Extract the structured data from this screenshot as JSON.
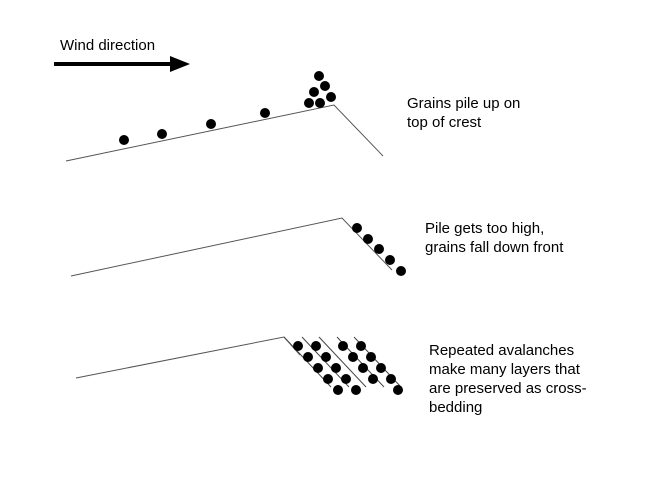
{
  "wind": {
    "label": "Wind direction"
  },
  "stages": [
    {
      "caption": "Grains pile up on\ntop of crest"
    },
    {
      "caption": "Pile gets too high,\ngrains fall down front"
    },
    {
      "caption": "Repeated avalanches\nmake many layers that\nare preserved as cross-\nbedding"
    }
  ],
  "colors": {
    "grain": "#000000",
    "line": "#555555",
    "text": "#000000"
  }
}
